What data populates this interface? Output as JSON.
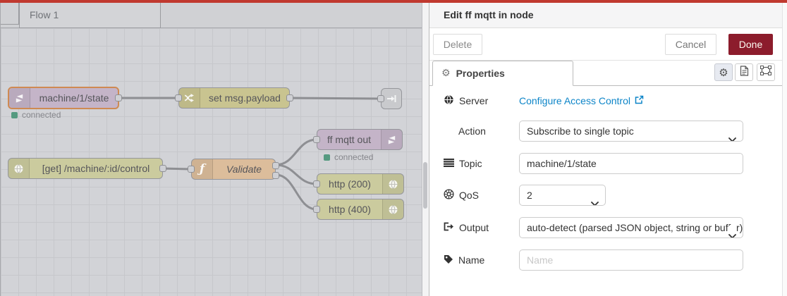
{
  "workspace": {
    "flow_tab_label": "Flow 1",
    "nodes": {
      "mqtt_in": {
        "label": "machine/1/state",
        "status": "connected"
      },
      "change": {
        "label": "set msg.payload"
      },
      "http_in": {
        "label": "[get] /machine/:id/control"
      },
      "function": {
        "label": "Validate"
      },
      "mqtt_out": {
        "label": "ff mqtt out",
        "status": "connected"
      },
      "http_response_200": {
        "label": "http (200)"
      },
      "http_response_400": {
        "label": "http (400)"
      }
    }
  },
  "panel": {
    "title": "Edit ff mqtt in node",
    "delete_label": "Delete",
    "cancel_label": "Cancel",
    "done_label": "Done",
    "properties_tab_label": "Properties",
    "fields": {
      "server_label": "Server",
      "server_link": "Configure Access Control",
      "action_label": "Action",
      "action_value": "Subscribe to single topic",
      "topic_label": "Topic",
      "topic_value": "machine/1/state",
      "qos_label": "QoS",
      "qos_value": "2",
      "output_label": "Output",
      "output_value": "auto-detect (parsed JSON object, string or buffer)",
      "name_label": "Name",
      "name_placeholder": "Name"
    }
  },
  "icons": {
    "gear_glyph": "⚙",
    "status_dot": "square",
    "properties_tab": "gear-icon",
    "description_button": "document-icon",
    "appearance_button": "object-group-icon"
  },
  "colors": {
    "accent_red_bar": "#c0392f",
    "done_button": "#8c1c2c",
    "status_green": "#559a80",
    "link_blue": "#0d85c8",
    "node_mqtt": "#c4b4c8",
    "node_change": "#c9c490",
    "node_http": "#cbcb9e",
    "node_function": "#dcbd9b",
    "selected_border": "#cf8a52"
  }
}
